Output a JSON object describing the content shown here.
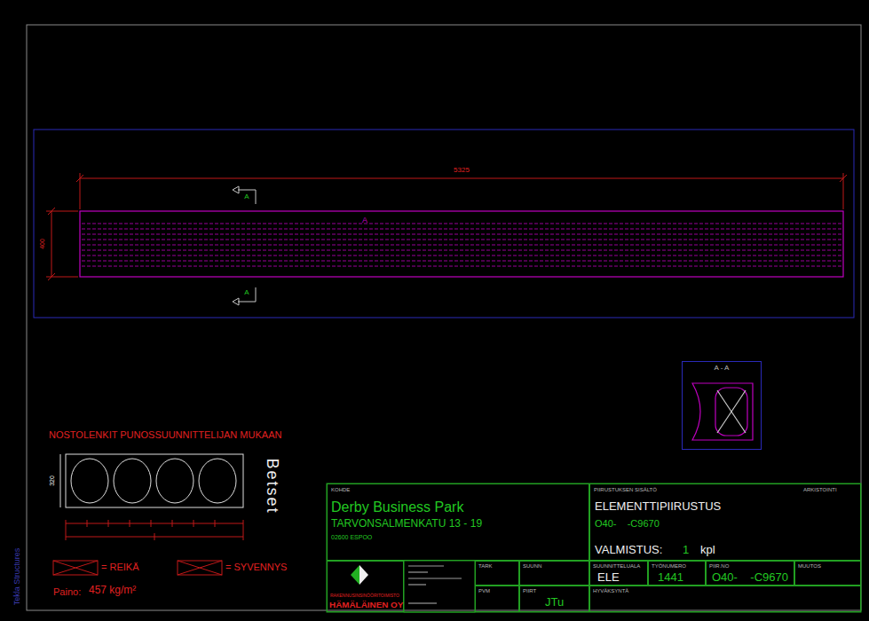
{
  "diagram": {
    "nodes": [
      {
        "text": [
          "KOHDE",
          "Derby Business Park",
          "TARVONSALMENKATU 13 - 19",
          "02600 ESPOO"
        ]
      },
      {
        "text": [
          "PIIRUSTUKSEN SISÄLTÖ",
          "ARKISTOINTI",
          "ELEMENTTIPIIRUSTUS",
          "O40-    -C9670",
          "VALMISTUS:",
          "1",
          "kpl"
        ]
      },
      {
        "text": [
          "RAKENNUSINSINÖÖRITOIMISTO",
          "HÄMÄLÄINEN OY"
        ]
      },
      {
        "text": [
          "TARK"
        ]
      },
      {
        "text": [
          "SUUNN"
        ]
      },
      {
        "text": [
          "PVM"
        ]
      },
      {
        "text": [
          "PIIRT",
          "JTu"
        ]
      },
      {
        "text": [
          "SUUNNITTELUALA",
          "ELE"
        ]
      },
      {
        "text": [
          "TYÖNUMERO",
          "1441"
        ]
      },
      {
        "text": [
          "PIIR.NO",
          "O40-    -C9670"
        ]
      },
      {
        "text": [
          "MUUTOS"
        ]
      },
      {
        "text": [
          "HYVÄKSYNTÄ"
        ]
      },
      {
        "text": [
          "A - A"
        ]
      }
    ],
    "labels": [
      "5325",
      "400",
      "A",
      "A",
      "A",
      "NOSTOLENKIT PUNOSSUUNNITTELIJAN MUKAAN",
      "Betset",
      "320",
      "Paino:",
      "457 kg/m²",
      "Tekla Structures"
    ],
    "legend": [
      {
        "text": "= REIKÄ"
      },
      {
        "text": "= SYVENNYS"
      }
    ]
  }
}
